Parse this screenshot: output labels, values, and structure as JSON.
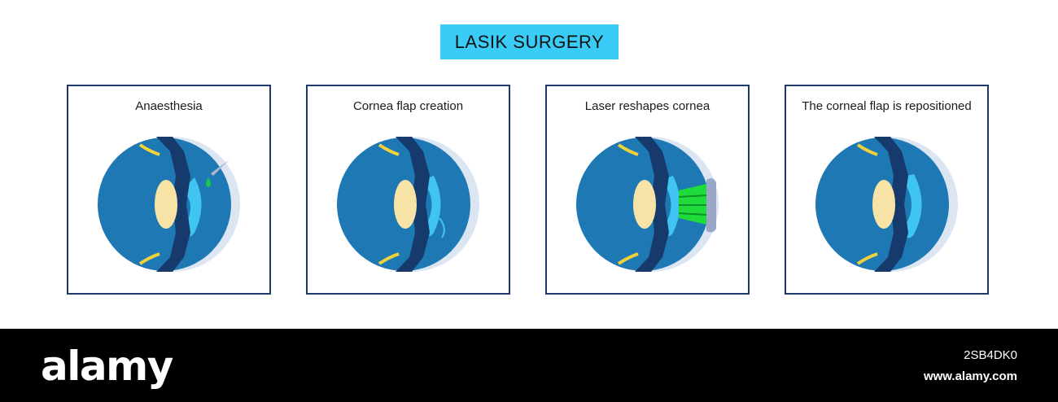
{
  "title": "LASIK SURGERY",
  "steps": [
    {
      "label": "Anaesthesia"
    },
    {
      "label": "Cornea flap creation"
    },
    {
      "label": "Laser reshapes cornea"
    },
    {
      "label": "The corneal flap is repositioned"
    }
  ],
  "footer": {
    "brand": "alamy",
    "image_id": "2SB4DK0",
    "site": "www.alamy.com"
  },
  "colors": {
    "accent": "#38ccf7",
    "panel_border": "#1d3a6b",
    "eye_globe": "#1e78b4",
    "iris_dark": "#163a6b",
    "cornea_light": "#dce6f2",
    "lens": "#f7e3a6",
    "cornea_ring": "#40c4f2",
    "drop": "#18c94a",
    "laser": "#1fdc3c",
    "footer_bg": "#000000"
  }
}
